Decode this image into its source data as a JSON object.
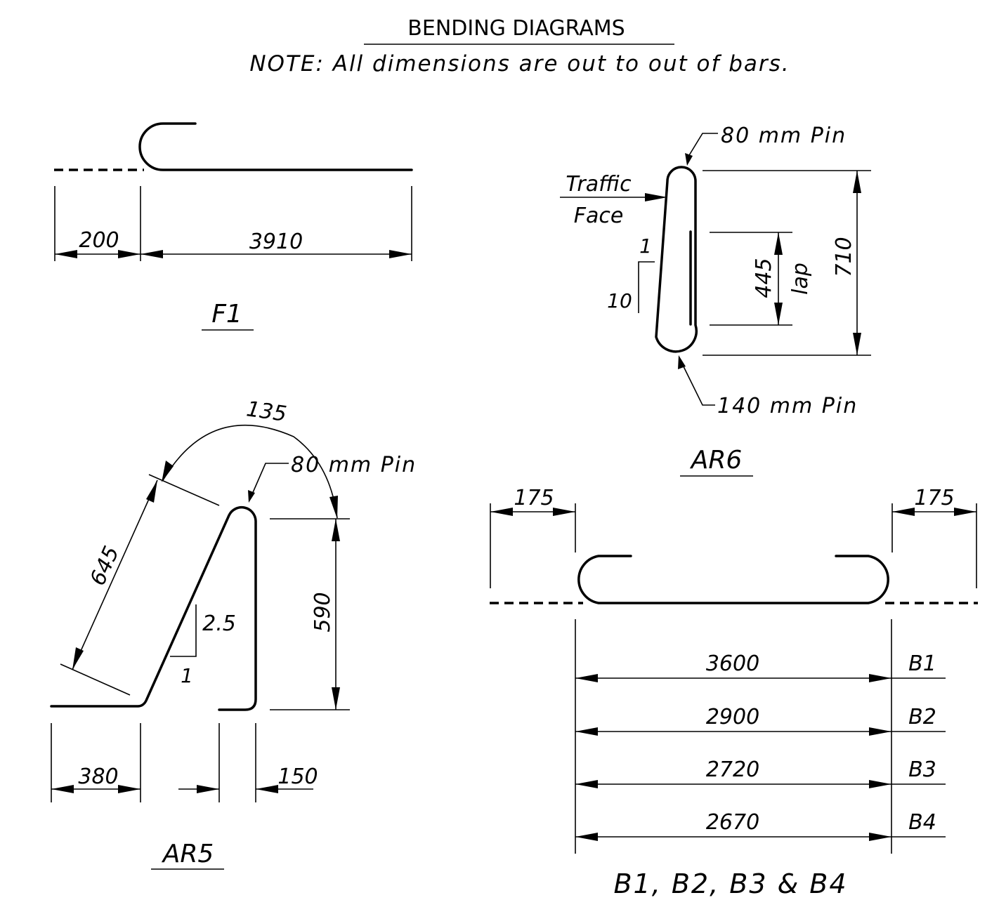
{
  "header": {
    "title": "BENDING DIAGRAMS",
    "note": "NOTE: All dimensions are out to out of bars."
  },
  "f1": {
    "label": "F1",
    "dim_left": "200",
    "dim_main": "3910"
  },
  "ar6": {
    "label": "AR6",
    "pin_top": "80 mm Pin",
    "pin_bottom": "140 mm Pin",
    "traffic": "Traffic",
    "face": "Face",
    "slope_run": "1",
    "slope_rise": "10",
    "lap_length": "445",
    "lap_label": "lap",
    "height": "710"
  },
  "ar5": {
    "label": "AR5",
    "angle": "135",
    "pin": "80 mm Pin",
    "slant_length": "645",
    "height": "590",
    "slope_rise": "2.5",
    "slope_run": "1",
    "foot": "380",
    "hook": "150"
  },
  "bbars": {
    "caption": "B1, B2, B3 & B4",
    "end_left": "175",
    "end_right": "175",
    "rows": [
      {
        "length": "3600",
        "mark": "B1"
      },
      {
        "length": "2900",
        "mark": "B2"
      },
      {
        "length": "2720",
        "mark": "B3"
      },
      {
        "length": "2670",
        "mark": "B4"
      }
    ]
  }
}
